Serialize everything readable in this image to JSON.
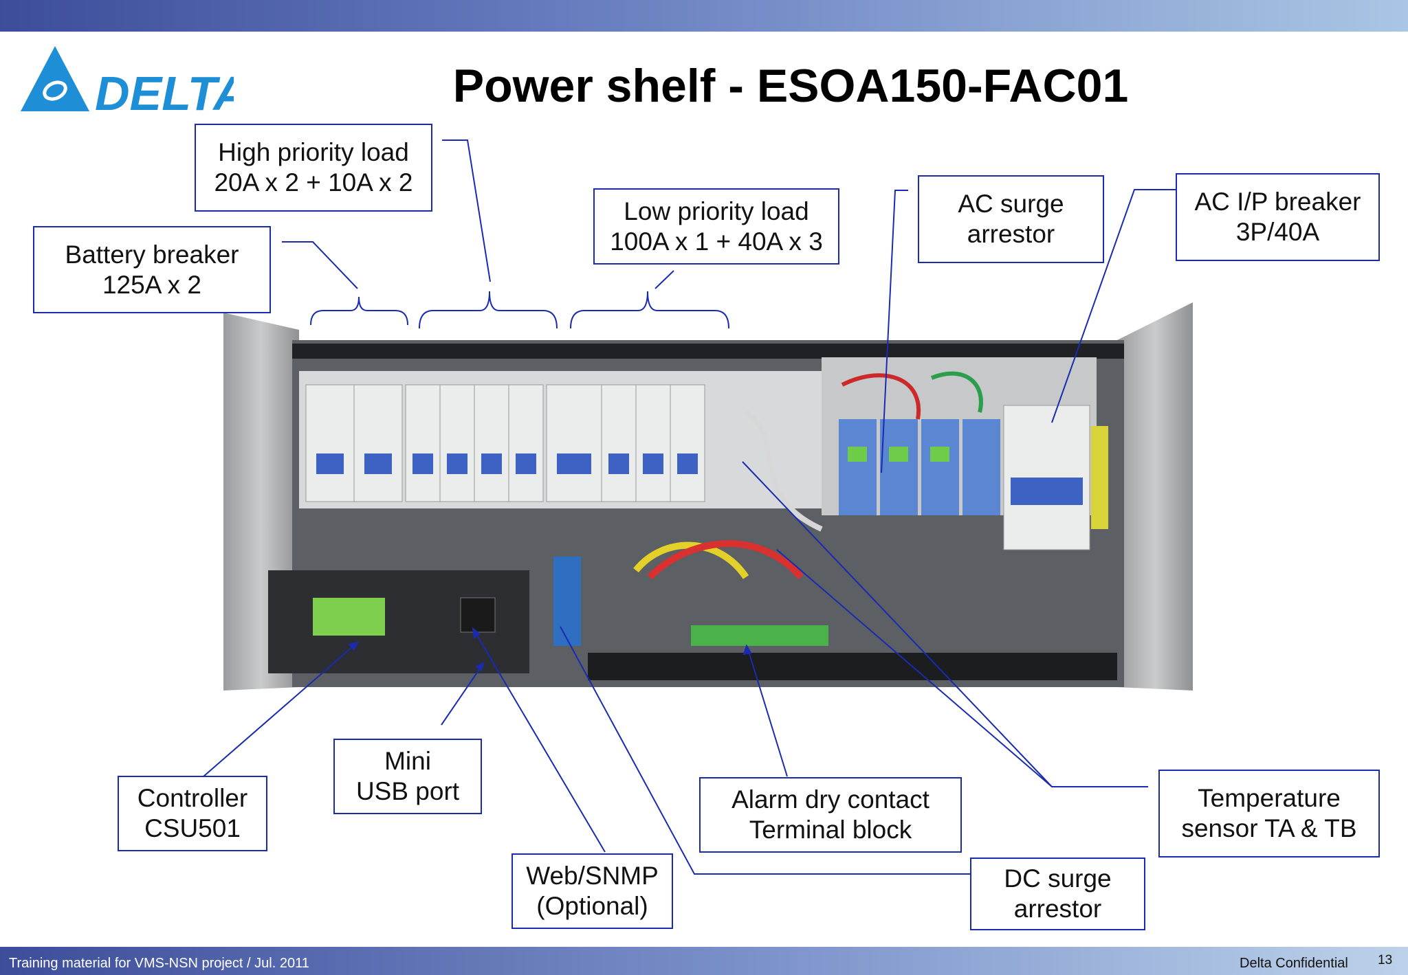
{
  "header": {
    "title": "Power shelf - ESOA150-FAC01",
    "logo_text": "DELTA"
  },
  "callouts": {
    "high_priority": {
      "line1": "High priority load",
      "line2": "20A x 2 + 10A x 2"
    },
    "battery_breaker": {
      "line1": "Battery breaker",
      "line2": "125A x 2"
    },
    "low_priority": {
      "line1": "Low priority load",
      "line2": "100A x 1 + 40A x 3"
    },
    "ac_surge": {
      "line1": "AC surge",
      "line2": "arrestor"
    },
    "ac_ip_breaker": {
      "line1": "AC I/P breaker",
      "line2": "3P/40A"
    },
    "mini_usb": {
      "line1": "Mini",
      "line2": "USB port"
    },
    "controller": {
      "line1": "Controller",
      "line2": "CSU501"
    },
    "alarm_contact": {
      "line1": "Alarm dry contact",
      "line2": "Terminal block"
    },
    "temp_sensor": {
      "line1": "Temperature",
      "line2": "sensor TA & TB"
    },
    "web_snmp": {
      "line1": "Web/SNMP",
      "line2": "(Optional)"
    },
    "dc_surge": {
      "line1": "DC surge",
      "line2": "arrestor"
    }
  },
  "footer": {
    "left": "Training material for VMS-NSN project / Jul. 2011",
    "right": "Delta Confidential",
    "page": "13"
  },
  "colors": {
    "accent_blue": "#1a2bb0",
    "bar_dark": "#3d4d9a",
    "bar_light": "#a9c6e4",
    "logo_blue": "#1e8fd6"
  }
}
